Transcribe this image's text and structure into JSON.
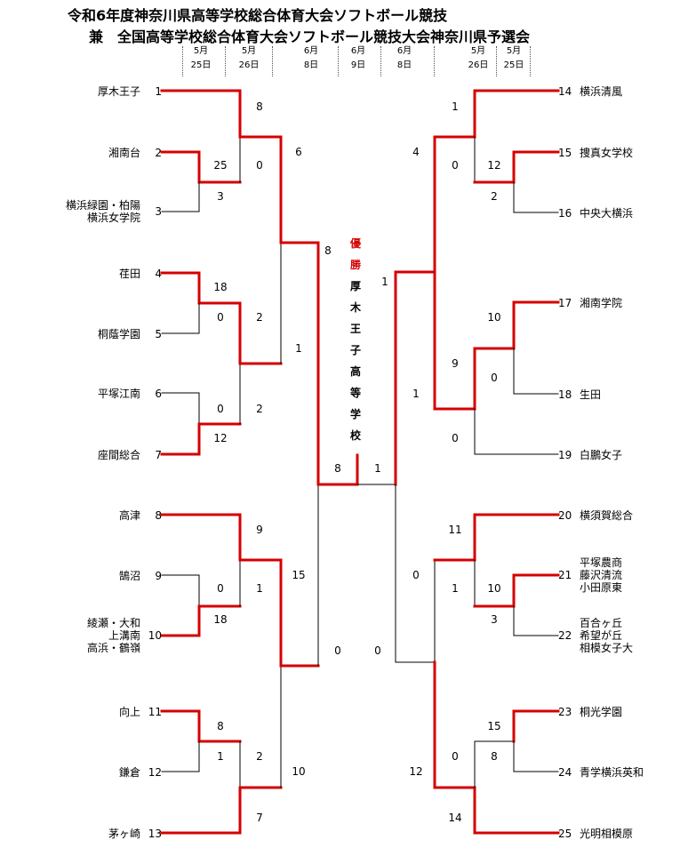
{
  "title": {
    "line1": "令和6年度神奈川県高等学校総合体育大会ソフトボール競技",
    "line2": "兼　全国高等学校総合体育大会ソフトボール競技大会神奈川県予選会"
  },
  "dates": [
    "5月\n25日",
    "5月\n26日",
    "6月\n8日",
    "6月\n9日",
    "6月\n8日",
    "5月\n26日",
    "5月\n25日"
  ],
  "champion_label": "優勝",
  "champion_name": "厚木王子高等学校",
  "colors": {
    "win": "#d40000",
    "loss": "#000000"
  },
  "teams_left": [
    {
      "no": "1",
      "name": "厚木王子"
    },
    {
      "no": "2",
      "name": "湘南台"
    },
    {
      "no": "3",
      "name": "横浜緑園・柏陽\n横浜女学院"
    },
    {
      "no": "4",
      "name": "荏田"
    },
    {
      "no": "5",
      "name": "桐蔭学園"
    },
    {
      "no": "6",
      "name": "平塚江南"
    },
    {
      "no": "7",
      "name": "座間総合"
    },
    {
      "no": "8",
      "name": "高津"
    },
    {
      "no": "9",
      "name": "鵠沼"
    },
    {
      "no": "10",
      "name": "綾瀬・大和\n上溝南\n高浜・鶴嶺"
    },
    {
      "no": "11",
      "name": "向上"
    },
    {
      "no": "12",
      "name": "鎌倉"
    },
    {
      "no": "13",
      "name": "茅ヶ崎"
    }
  ],
  "teams_right": [
    {
      "no": "14",
      "name": "横浜清風"
    },
    {
      "no": "15",
      "name": "捜真女学校"
    },
    {
      "no": "16",
      "name": "中央大横浜"
    },
    {
      "no": "17",
      "name": "湘南学院"
    },
    {
      "no": "18",
      "name": "生田"
    },
    {
      "no": "19",
      "name": "白鵬女子"
    },
    {
      "no": "20",
      "name": "横須賀総合"
    },
    {
      "no": "21",
      "name": "平塚農商\n藤沢清流\n小田原東"
    },
    {
      "no": "22",
      "name": "百合ヶ丘\n希望が丘\n相模女子大"
    },
    {
      "no": "23",
      "name": "桐光学園"
    },
    {
      "no": "24",
      "name": "青学横浜英和"
    },
    {
      "no": "25",
      "name": "光明相模原"
    }
  ],
  "scores": [
    {
      "id": "s1",
      "v": "8"
    },
    {
      "id": "s2",
      "v": "25"
    },
    {
      "id": "s3",
      "v": "0"
    },
    {
      "id": "s4",
      "v": "3"
    },
    {
      "id": "s5",
      "v": "6"
    },
    {
      "id": "s6",
      "v": "8"
    },
    {
      "id": "s7",
      "v": "18"
    },
    {
      "id": "s8",
      "v": "0"
    },
    {
      "id": "s9",
      "v": "2"
    },
    {
      "id": "s10",
      "v": "1"
    },
    {
      "id": "s11",
      "v": "2"
    },
    {
      "id": "s12",
      "v": "0"
    },
    {
      "id": "s13",
      "v": "12"
    },
    {
      "id": "s14",
      "v": "9"
    },
    {
      "id": "s15",
      "v": "0"
    },
    {
      "id": "s16",
      "v": "1"
    },
    {
      "id": "s17",
      "v": "18"
    },
    {
      "id": "s18",
      "v": "15"
    },
    {
      "id": "s19",
      "v": "8"
    },
    {
      "id": "s20",
      "v": "0"
    },
    {
      "id": "s21",
      "v": "8"
    },
    {
      "id": "s22",
      "v": "1"
    },
    {
      "id": "s23",
      "v": "2"
    },
    {
      "id": "s24",
      "v": "10"
    },
    {
      "id": "s25",
      "v": "7"
    },
    {
      "id": "r1",
      "v": "1"
    },
    {
      "id": "r2",
      "v": "4"
    },
    {
      "id": "r3",
      "v": "0"
    },
    {
      "id": "r4",
      "v": "12"
    },
    {
      "id": "r5",
      "v": "2"
    },
    {
      "id": "r6",
      "v": "1"
    },
    {
      "id": "r7",
      "v": "10"
    },
    {
      "id": "r8",
      "v": "9"
    },
    {
      "id": "r9",
      "v": "0"
    },
    {
      "id": "r10",
      "v": "1"
    },
    {
      "id": "r11",
      "v": "0"
    },
    {
      "id": "r12",
      "v": "1"
    },
    {
      "id": "r13",
      "v": "11"
    },
    {
      "id": "r14",
      "v": "0"
    },
    {
      "id": "r15",
      "v": "1"
    },
    {
      "id": "r16",
      "v": "10"
    },
    {
      "id": "r17",
      "v": "3"
    },
    {
      "id": "r18",
      "v": "0"
    },
    {
      "id": "r19",
      "v": "15"
    },
    {
      "id": "r20",
      "v": "0"
    },
    {
      "id": "r21",
      "v": "8"
    },
    {
      "id": "r22",
      "v": "12"
    },
    {
      "id": "r23",
      "v": "14"
    }
  ]
}
